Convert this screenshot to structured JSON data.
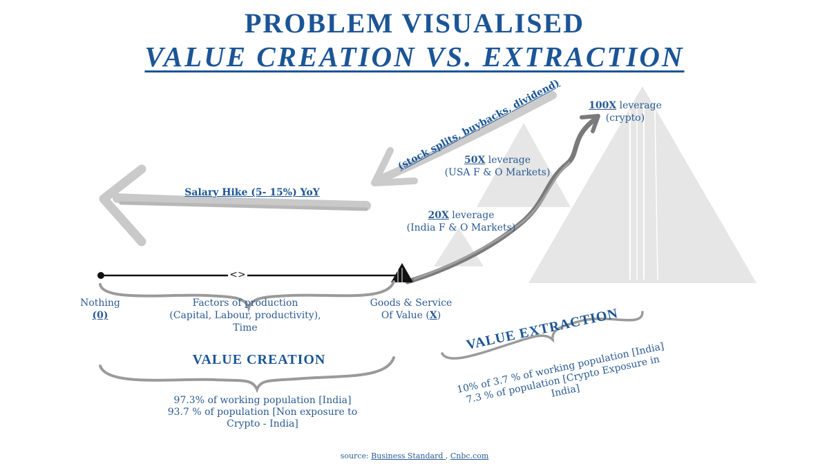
{
  "title": "PROBLEM VISUALISED",
  "subtitle": "VALUE CREATION VS. EXTRACTION",
  "arrows": {
    "salary_hike": "Salary Hike (5- 15%) YoY",
    "corporate_actions": "(stock splits, buybacks, dividend)"
  },
  "leverage": [
    {
      "multiplier": "100X",
      "suffix": " leverage",
      "market": "(crypto)"
    },
    {
      "multiplier": "50X",
      "suffix": " leverage",
      "market": "(USA F & O Markets)"
    },
    {
      "multiplier": "20X",
      "suffix": " leverage",
      "market": "(India F & O Markets)"
    }
  ],
  "axis": {
    "nothing_label": "Nothing",
    "nothing_value": "(0)",
    "factors_line1": "Factors of production",
    "factors_line2": "(Capital, Labour, productivity),",
    "factors_line3": "Time",
    "goods_line1": "Goods & Service",
    "goods_line2_prefix": "Of Value (",
    "goods_value": "X",
    "goods_line2_suffix": ")",
    "midpoint_symbol": "<>"
  },
  "value_creation": {
    "heading": "VALUE CREATION",
    "line1": "97.3% of working population [India]",
    "line2": "93.7 % of population [Non exposure to",
    "line3": "Crypto - India]"
  },
  "value_extraction": {
    "heading": "VALUE EXTRACTION",
    "line1": "10% of 3.7 % of working population [India]",
    "line2": "7.3 % of population [Crypto Exposure in",
    "line3": "India]"
  },
  "source": {
    "prefix": "source: ",
    "link1": "Business Standard ",
    "separator": ", ",
    "link2": "Cnbc.com"
  },
  "colors": {
    "title": "#1b5596",
    "text": "#2a5a93",
    "brush_gray": "#a9a9a9",
    "pyramid": "#e6e6e6"
  }
}
